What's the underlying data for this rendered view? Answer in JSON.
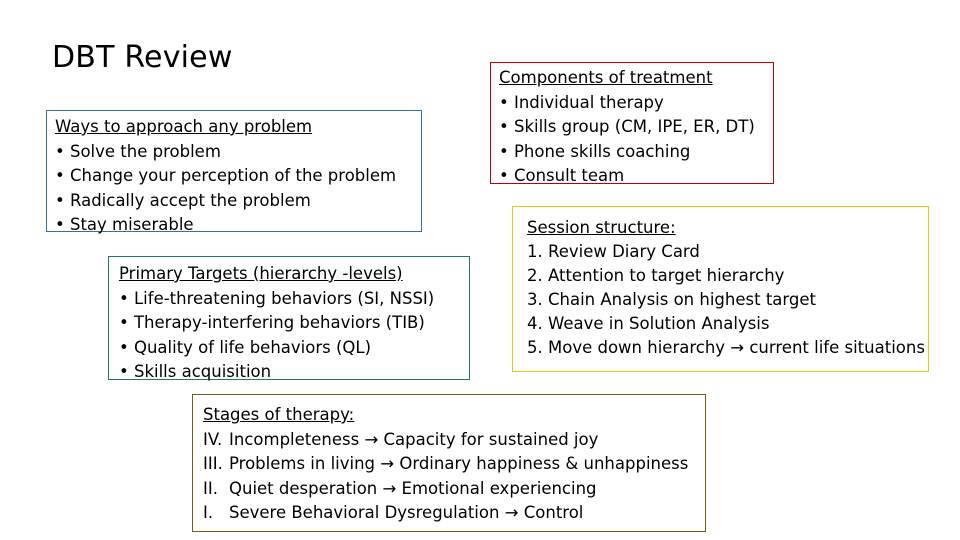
{
  "slide": {
    "title": "DBT Review",
    "boxes": {
      "ways": {
        "header": "Ways to approach any problem",
        "items": [
          "• Solve the problem",
          "• Change your perception of the problem",
          "• Radically accept the problem",
          "• Stay miserable"
        ],
        "border_color": "#3c6e9a"
      },
      "components": {
        "header": "Components of treatment",
        "items": [
          "• Individual therapy",
          "• Skills group (CM, IPE, ER, DT)",
          "• Phone skills coaching",
          "• Consult team"
        ],
        "border_color": "#c00000"
      },
      "primary": {
        "header": "Primary Targets (hierarchy -levels)",
        "items": [
          "• Life-threatening behaviors (SI, NSSI)",
          "• Therapy-interfering behaviors (TIB)",
          "• Quality of life behaviors (QL)",
          "• Skills acquisition"
        ],
        "border_color": "#1f7a5f"
      },
      "session": {
        "header": "Session structure:",
        "items": [
          "1. Review Diary Card",
          "2. Attention to target hierarchy",
          "3. Chain Analysis on highest target",
          "4. Weave in Solution Analysis",
          "5. Move down hierarchy → current life situations"
        ],
        "border_color": "#e8c820"
      },
      "stages": {
        "header": "Stages of therapy:",
        "rows": [
          {
            "num": "IV.",
            "text": "Incompleteness → Capacity for sustained joy"
          },
          {
            "num": "III.",
            "text": "Problems in living → Ordinary happiness & unhappiness"
          },
          {
            "num": "II.",
            "text": "Quiet desperation → Emotional experiencing"
          },
          {
            "num": "I.",
            "text": "Severe Behavioral Dysregulation → Control"
          }
        ],
        "border_color": "#7a5a14"
      }
    }
  }
}
